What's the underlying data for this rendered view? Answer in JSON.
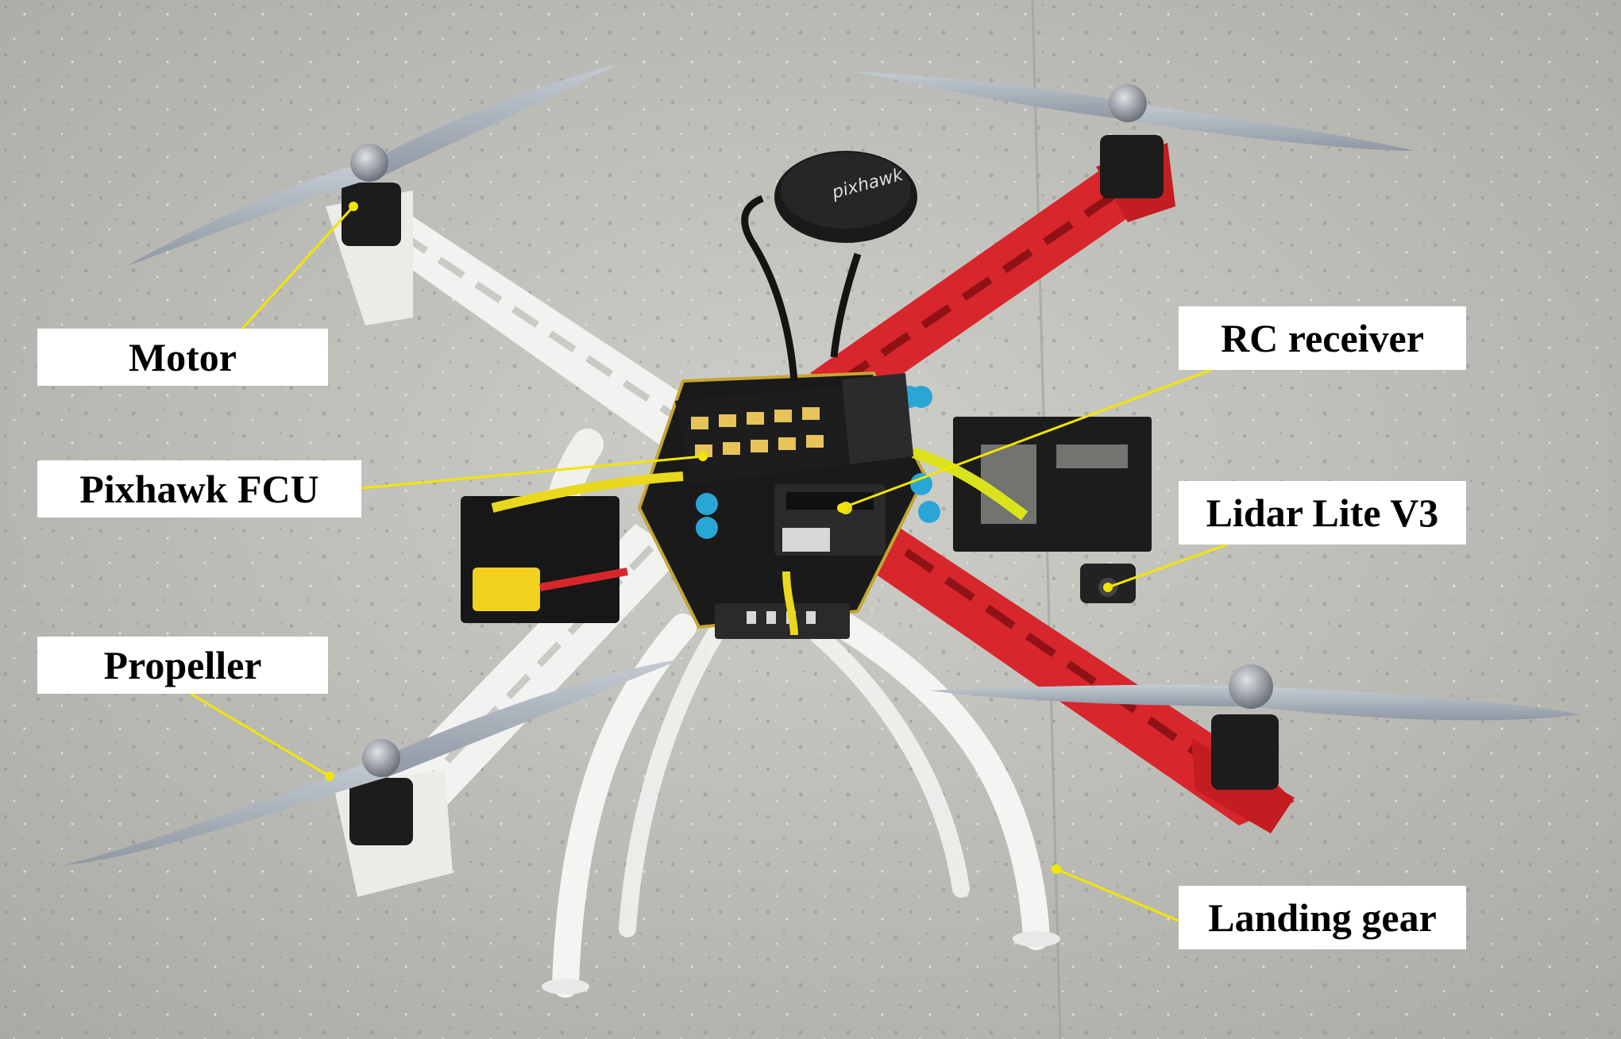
{
  "labels": {
    "motor": "Motor",
    "pixhawk_fcu": "Pixhawk FCU",
    "propeller": "Propeller",
    "rc_receiver": "RC receiver",
    "lidar": "Lidar Lite V3",
    "landing_gear": "Landing gear"
  },
  "gps_logo": "pixhawk",
  "colors": {
    "leader_line": "#f2e600",
    "arm_white": "#f2f2f0",
    "arm_red": "#d7262c",
    "propeller": "#a9b1bb",
    "board_black": "#1a1a1a",
    "floor": "#bcbcb6"
  },
  "icons": [
    "gps-module-icon",
    "motor-icon",
    "propeller-icon"
  ]
}
